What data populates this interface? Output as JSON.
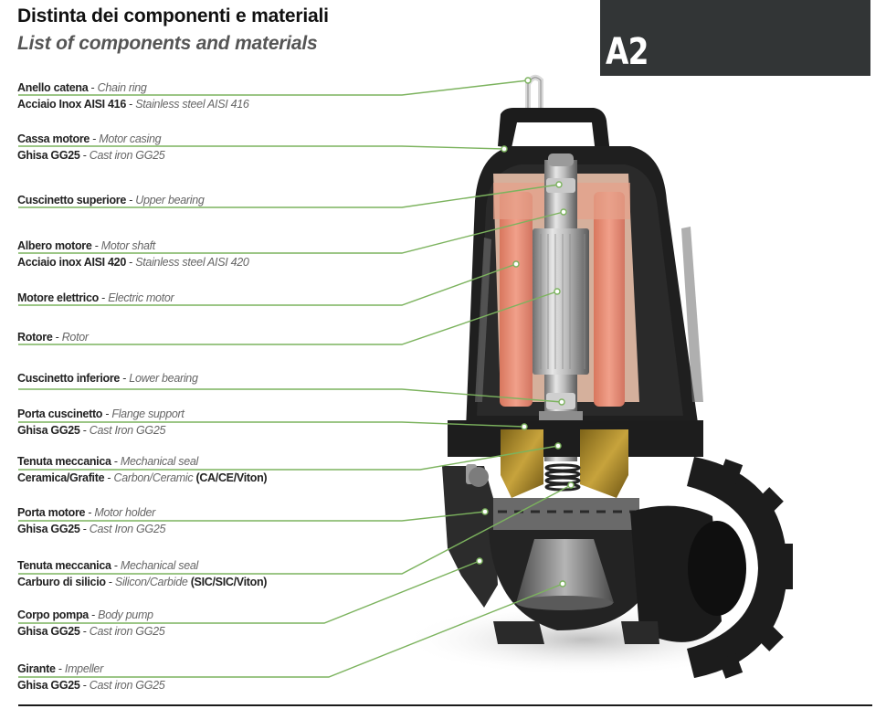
{
  "header": {
    "title": "Distinta dei componenti e materiali",
    "subtitle": "List of components and materials",
    "badge": "A2"
  },
  "colors": {
    "leader_line": "#7cb35e",
    "badge_bg": "#323536",
    "motor_copper": "#e9907a",
    "cast_iron": "#1e1e1e",
    "seal_brass": "#a88a2a"
  },
  "components": [
    {
      "it": "Anello catena",
      "en": "Chain ring",
      "mat_it": "Acciaio Inox AISI 416",
      "mat_en": "Stainless steel AISI 416",
      "mat_extra": ""
    },
    {
      "it": "Cassa motore",
      "en": "Motor casing",
      "mat_it": "Ghisa GG25",
      "mat_en": "Cast iron GG25",
      "mat_extra": ""
    },
    {
      "it": "Cuscinetto superiore",
      "en": "Upper bearing",
      "mat_it": "",
      "mat_en": "",
      "mat_extra": ""
    },
    {
      "it": "Albero motore",
      "en": "Motor shaft",
      "mat_it": "Acciaio inox AISI 420",
      "mat_en": "Stainless steel AISI 420",
      "mat_extra": ""
    },
    {
      "it": "Motore elettrico",
      "en": "Electric motor",
      "mat_it": "",
      "mat_en": "",
      "mat_extra": ""
    },
    {
      "it": "Rotore",
      "en": "Rotor",
      "mat_it": "",
      "mat_en": "",
      "mat_extra": ""
    },
    {
      "it": "Cuscinetto inferiore",
      "en": "Lower bearing",
      "mat_it": "",
      "mat_en": "",
      "mat_extra": ""
    },
    {
      "it": "Porta cuscinetto",
      "en": "Flange support",
      "mat_it": "Ghisa GG25",
      "mat_en": "Cast Iron GG25",
      "mat_extra": ""
    },
    {
      "it": "Tenuta meccanica",
      "en": "Mechanical seal",
      "mat_it": "Ceramica/Grafite",
      "mat_en": "Carbon/Ceramic",
      "mat_extra": "(CA/CE/Viton)"
    },
    {
      "it": "Porta motore",
      "en": "Motor holder",
      "mat_it": "Ghisa GG25",
      "mat_en": "Cast Iron GG25",
      "mat_extra": ""
    },
    {
      "it": "Tenuta meccanica",
      "en": "Mechanical seal",
      "mat_it": "Carburo di silicio",
      "mat_en": "Silicon/Carbide",
      "mat_extra": "(SIC/SIC/Viton)"
    },
    {
      "it": "Corpo pompa",
      "en": "Body pump",
      "mat_it": "Ghisa GG25",
      "mat_en": "Cast iron GG25",
      "mat_extra": ""
    },
    {
      "it": "Girante",
      "en": "Impeller",
      "mat_it": "Ghisa GG25",
      "mat_en": "Cast iron GG25",
      "mat_extra": ""
    }
  ],
  "separator": " - "
}
